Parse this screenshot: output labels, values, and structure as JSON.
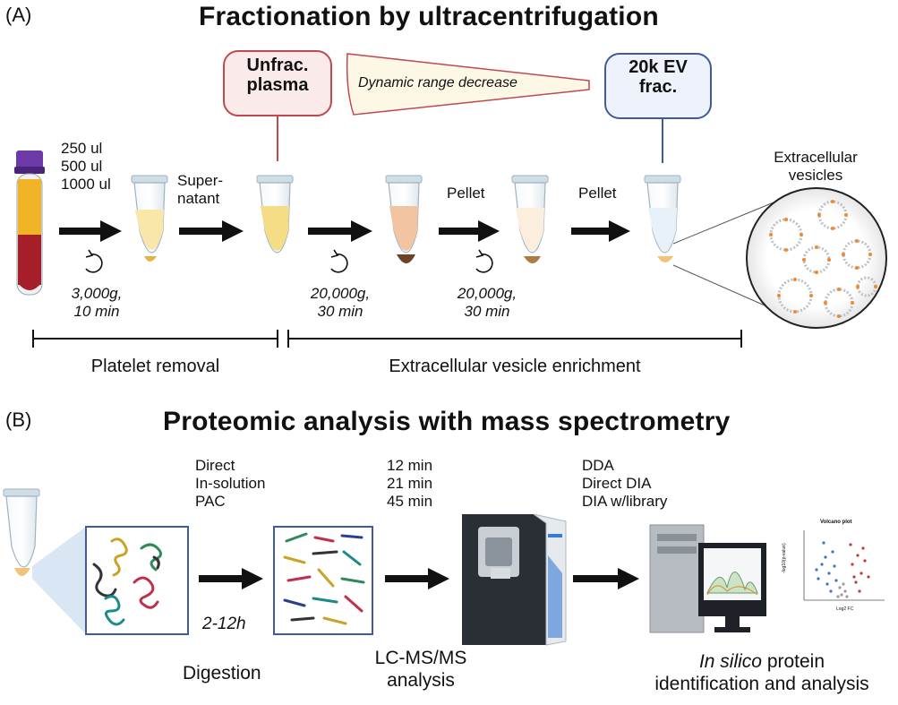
{
  "panel_a": {
    "letter": "(A)",
    "title": "Fractionation by ultracentrifugation",
    "unfrac_box": [
      "Unfrac.",
      "plasma"
    ],
    "dynamic_range": {
      "italic": "Dynamic",
      "normal": " range decrease"
    },
    "ev_box": [
      "20k EV",
      "frac."
    ],
    "volumes": [
      "250 ul",
      "500 ul",
      "1000 ul"
    ],
    "supernatant": [
      "Super-",
      "natant"
    ],
    "pellet_1": "Pellet",
    "pellet_2": "Pellet",
    "ev_label": [
      "Extracellular",
      "vesicles"
    ],
    "spin_1": [
      "3,000g,",
      "10 min"
    ],
    "spin_2": [
      "20,000g,",
      "30 min"
    ],
    "spin_3": [
      "20,000g,",
      "30 min"
    ],
    "platelet_removal": "Platelet removal",
    "ev_enrichment": "Extracellular vesicle enrichment"
  },
  "panel_b": {
    "letter": "(B)",
    "title": "Proteomic analysis with mass spectrometry",
    "digestion_methods": [
      "Direct",
      "In-solution",
      "PAC"
    ],
    "digest_time": "2-12h",
    "gradients": [
      "12 min",
      "21 min",
      "45 min"
    ],
    "acquisition": [
      "DDA",
      "Direct DIA",
      "DIA w/library"
    ],
    "digestion_caption": "Digestion",
    "lcms_caption": [
      "LC-MS/MS",
      "analysis"
    ],
    "insilico_caption": {
      "italic": "In silico",
      "rest": " protein",
      "line2": "identification and analysis"
    },
    "volcano": {
      "title": "Volcano plot",
      "ylabel": "-log10(p-value)",
      "xlabel": "Log2 FC"
    }
  },
  "colors": {
    "unfrac_border": "#c0484f",
    "unfrac_fill": "#fbeaea",
    "ev_border": "#3f5b9c",
    "ev_fill": "#eef2fb",
    "vesicle": "#f08a2c",
    "arrow": "#111111"
  }
}
